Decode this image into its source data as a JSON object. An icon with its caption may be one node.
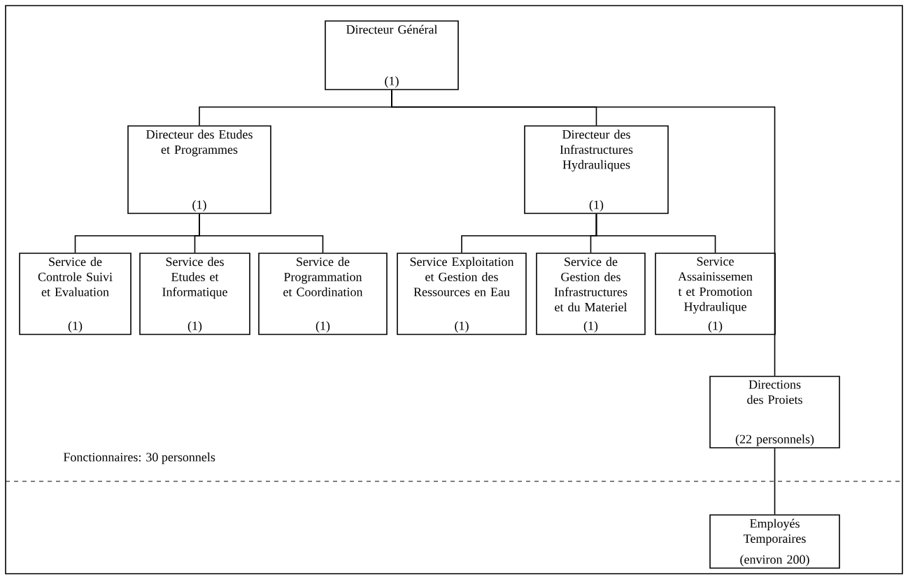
{
  "diagram": {
    "nodes": [
      {
        "text": [
          "Directeur Général",
          "(1)"
        ]
      },
      {
        "text": [
          "Directeur des Etudes et Programmes",
          "(1)"
        ]
      },
      {
        "text": [
          "Directeur des Infrastructures Hydrauliques",
          "(1)"
        ]
      },
      {
        "text": [
          "Service de Controle Suivi et Evaluation",
          "(1)"
        ]
      },
      {
        "text": [
          "Service des Etudes et Informatique",
          "(1)"
        ]
      },
      {
        "text": [
          "Service de Programmation et Coordination",
          "(1)"
        ]
      },
      {
        "text": [
          "Service Exploitation et Gestion des Ressources en Eau",
          "(1)"
        ]
      },
      {
        "text": [
          "Service de Gestion des Infrastructures et du Materiel",
          "(1)"
        ]
      },
      {
        "text": [
          "Service Assainissemen t et Promotion Hydraulique",
          "(1)"
        ]
      },
      {
        "text": [
          "Directions des Proiets",
          "(22 personnels)"
        ]
      },
      {
        "text": [
          "Employés Temporaires",
          "(environ 200)"
        ]
      }
    ],
    "edges": [
      {
        "from": 0,
        "to": 1,
        "arrow": "none"
      },
      {
        "from": 0,
        "to": 2,
        "arrow": "none"
      },
      {
        "from": 0,
        "to": 9,
        "arrow": "none"
      },
      {
        "from": 1,
        "to": 3,
        "arrow": "none"
      },
      {
        "from": 1,
        "to": 4,
        "arrow": "none"
      },
      {
        "from": 1,
        "to": 5,
        "arrow": "none"
      },
      {
        "from": 2,
        "to": 6,
        "arrow": "none"
      },
      {
        "from": 2,
        "to": 7,
        "arrow": "none"
      },
      {
        "from": 2,
        "to": 8,
        "arrow": "none"
      },
      {
        "from": 9,
        "to": 10,
        "arrow": "none"
      }
    ],
    "labels": [
      "Fonctionnaires: 30 personnels"
    ]
  }
}
